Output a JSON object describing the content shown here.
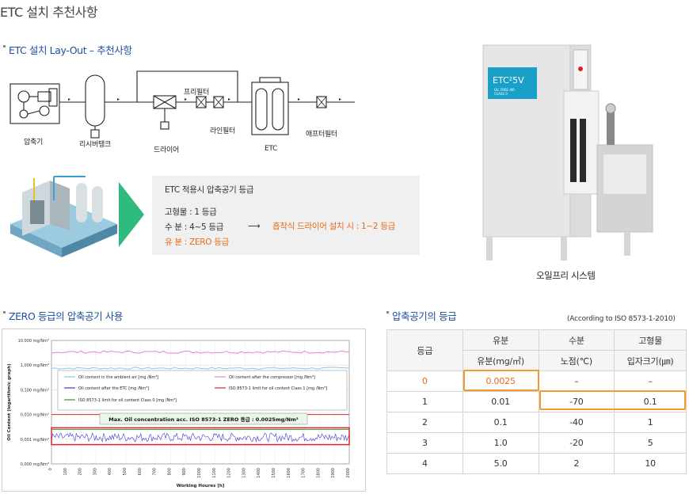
{
  "page": {
    "title": "ETC 설치 추천사항"
  },
  "layout_section": {
    "title": "ETC 설치 Lay-Out – 추천사항",
    "labels": {
      "compressor": "압축기",
      "receiver_tank": "리시버탱크",
      "dryer": "드라이어",
      "prefilter": "프리필터",
      "line_filter": "라인필터",
      "etc": "ETC",
      "after_filter": "애프터필터"
    }
  },
  "info": {
    "title": "ETC 적용시 압축공기 등급",
    "solid": "고형물 : 1 등급",
    "water": "수    분 : 4~5 등급",
    "arrow": "⟶",
    "water_note": "흡착식 드라이어 설치 시 : 1~2 등급",
    "oil": "유    분 : ZERO 등급"
  },
  "product": {
    "caption": "오일프리 시스템",
    "brand": "ETC²5V",
    "brand_sub1": "OIL FREE AIR",
    "brand_sub2": "CLASS 0"
  },
  "chart_section": {
    "title": "ZERO 등급의 압축공기 사용"
  },
  "grade_section": {
    "title": "압축공기의 등급",
    "standard": "(According to ISO 8573-1-2010)",
    "header": {
      "grade": "등급",
      "oil": "유분",
      "water": "수분",
      "solid": "고형물",
      "oil_unit": "유분(mg/㎥)",
      "water_unit": "노점(℃)",
      "solid_unit": "입자크기(㎛)"
    },
    "rows": [
      {
        "grade": "0",
        "oil": "0.0025",
        "water": "–",
        "solid": "–"
      },
      {
        "grade": "1",
        "oil": "0.01",
        "water": "-70",
        "solid": "0.1"
      },
      {
        "grade": "2",
        "oil": "0.1",
        "water": "-40",
        "solid": "1"
      },
      {
        "grade": "3",
        "oil": "1.0",
        "water": "-20",
        "solid": "5"
      },
      {
        "grade": "4",
        "oil": "5.0",
        "water": "2",
        "solid": "10"
      }
    ]
  },
  "colors": {
    "heading_blue": "#1f4e9c",
    "accent_orange": "#e86b18",
    "highlight_orange": "#f29a2e",
    "zero_limit_green": "#2e9b2e",
    "class1_limit_red": "#e0242c"
  },
  "chart_data": {
    "type": "line",
    "xlabel": "Working Houres [h]",
    "ylabel": "Oil Content (logarithmic graph)",
    "log_y": true,
    "grid": true,
    "ylim": [
      0.0001,
      10
    ],
    "xlim": [
      0,
      2000
    ],
    "x_ticks": [
      "0",
      "100",
      "200",
      "300",
      "400",
      "500",
      "600",
      "700",
      "800",
      "900",
      "1000",
      "1100",
      "1200",
      "1300",
      "1400",
      "1500",
      "1600",
      "1700",
      "1800",
      "1900",
      "2000"
    ],
    "y_ticks": [
      {
        "value": 10,
        "label": "10,000 mg/Nm³"
      },
      {
        "value": 1,
        "label": "1,000 mg/Nm³"
      },
      {
        "value": 0.1,
        "label": "0,100 mg/Nm³"
      },
      {
        "value": 0.01,
        "label": "0,010 mg/Nm³"
      },
      {
        "value": 0.001,
        "label": "0,001 mg/Nm³"
      },
      {
        "value": 0.0001,
        "label": "0,000 mg/Nm³"
      }
    ],
    "series": [
      {
        "name": "Oil content in the ambient air [mg /Nm³]",
        "color": "#8fc6e8",
        "level": 0.75,
        "jitter": 0.08
      },
      {
        "name": "Oil content after the compressor [mg /Nm³]",
        "color": "#f07ad8",
        "level": 3.4,
        "jitter": 0.1
      },
      {
        "name": "Oil content after the ETC [mg /Nm³]",
        "color": "#3a3ad8",
        "level": 0.0012,
        "jitter": 0.35
      },
      {
        "name": "ISO 8573-1 limit for oil content Class 1 [mg /Nm³]",
        "color": "#e0242c",
        "level": 0.01,
        "jitter": 0
      },
      {
        "name": "ISO 8573-1 limit for oil content Class 0 [mg /Nm³]",
        "color": "#2e9b2e",
        "level": 0.0025,
        "jitter": 0
      }
    ],
    "annotation": "Max.  Oil  concentration acc. ISO 8573-1 ZERO 등급  : 0.0025mg/Nm³"
  }
}
